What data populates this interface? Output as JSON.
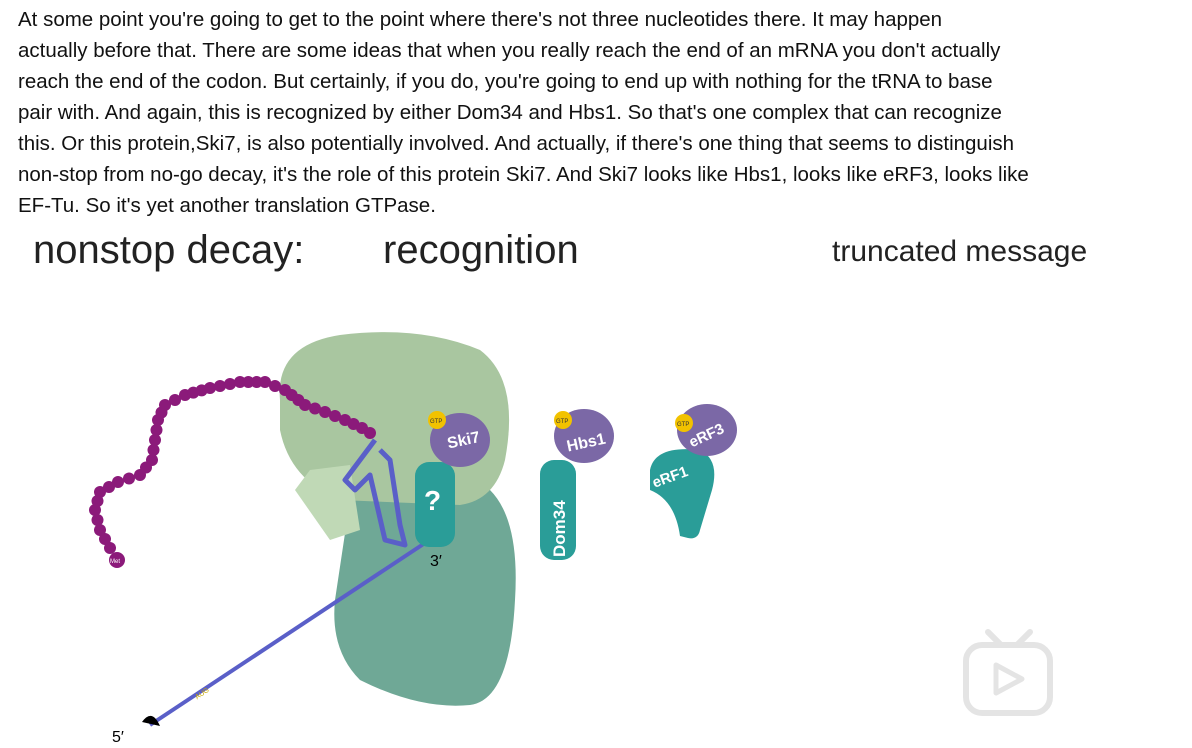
{
  "transcript": {
    "lines": [
      "At some point you're going to get to the point where there's not three nucleotides there. It may happen",
      "actually before that. There are some ideas that when you really reach the end of an mRNA you don't actually",
      "reach the end of the codon. But certainly, if you do, you're going to end up with nothing for the tRNA to base",
      "pair with. And again, this is recognized by either Dom34 and Hbs1. So that's one complex that can recognize",
      "this. Or this protein,Ski7, is also potentially involved. And actually, if there's one thing that seems to distinguish",
      "non-stop from no-go decay, it's the role of this protein Ski7. And Ski7 looks like Hbs1, looks like eRF3, looks like",
      "EF-Tu. So it's yet another translation GTPase."
    ]
  },
  "slide": {
    "title": "nonstop decay:",
    "subtitle": "recognition",
    "right_label": "truncated message",
    "labels": {
      "ski7": "Ski7",
      "hbs1": "Hbs1",
      "erf3": "eRF3",
      "dom34": "Dom34",
      "erf1": "eRF1",
      "gtp": "GTP",
      "question": "?",
      "three_prime": "3′",
      "five_prime": "5′",
      "met": "Met",
      "aug": "AUG"
    },
    "colors": {
      "peptide": "#8b1a7a",
      "mrna": "#5a5fc8",
      "large_subunit": "#a9c6a0",
      "small_subunit": "#6fa896",
      "factor_teal": "#2a9d98",
      "gtpase_purple": "#7b68a6",
      "gtp_yellow": "#f2c200"
    }
  },
  "watermark": {
    "icon": "bilibili-tv-icon"
  }
}
